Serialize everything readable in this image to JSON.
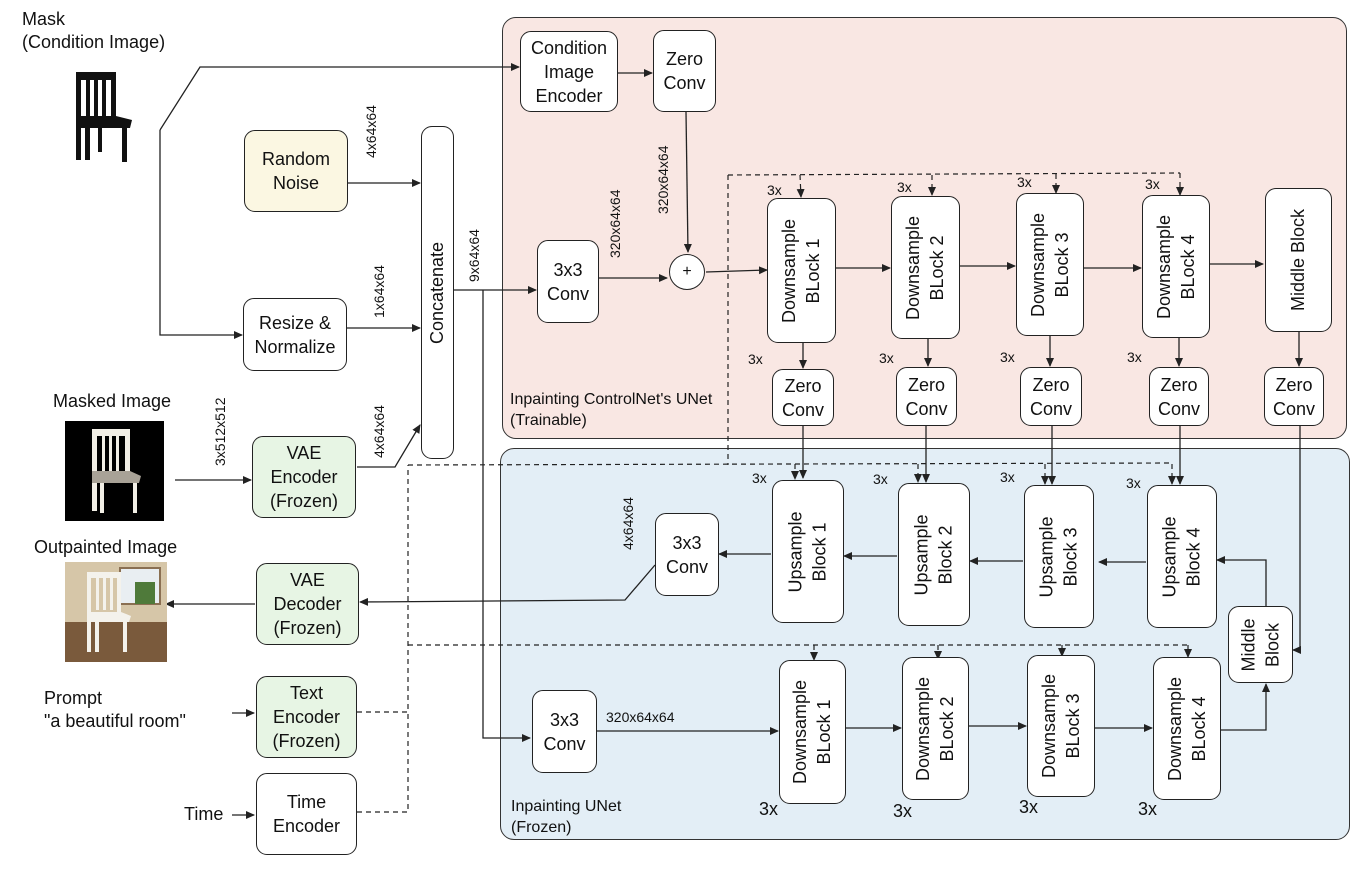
{
  "inputs": {
    "mask_label": "Mask\n(Condition Image)",
    "masked_label": "Masked Image",
    "outpainted_label": "Outpainted Image",
    "prompt_label": "Prompt\n\"a beautiful room\"",
    "time_label": "Time"
  },
  "blocks": {
    "random_noise": "Random\nNoise",
    "resize": "Resize &\nNormalize",
    "vae_encoder": "VAE\nEncoder\n(Frozen)",
    "vae_decoder": "VAE\nDecoder\n(Frozen)",
    "text_encoder": "Text\nEncoder\n(Frozen)",
    "time_encoder": "Time\nEncoder",
    "concatenate": "Concatenate",
    "cond_encoder": "Condition\nImage\nEncoder",
    "zero_conv": "Zero\nConv",
    "conv3x3": "3x3\nConv",
    "plus": "+",
    "down1": "Downsample\nBLock 1",
    "down2": "Downsample\nBLock 2",
    "down3": "Downsample\nBLock 3",
    "down4": "Downsample\nBLock 4",
    "middle": "Middle Block",
    "middle2": "Middle\nBlock",
    "up1": "Upsample\nBlock 1",
    "up2": "Upsample\nBlock 2",
    "up3": "Upsample\nBlock 3",
    "up4": "Upsample\nBlock 4"
  },
  "regions": {
    "control": "Inpainting ControlNet's UNet\n(Trainable)",
    "frozen": "Inpainting UNet\n(Frozen)"
  },
  "shapes": {
    "noise": "4x64x64",
    "resize": "1x64x64",
    "vae": "4x64x64",
    "masked": "3x512x512",
    "concat": "9x64x64",
    "conv_out": "320x64x64",
    "zero_out": "320x64x64",
    "up_out": "4x64x64",
    "frozen_conv": "320x64x64"
  },
  "repeat": "3x",
  "colors": {
    "control_bg": "#f9e7e3",
    "frozen_bg": "#e3eef6",
    "noise_bg": "#fbf7e2",
    "frozen_block_bg": "#e7f5e4"
  }
}
